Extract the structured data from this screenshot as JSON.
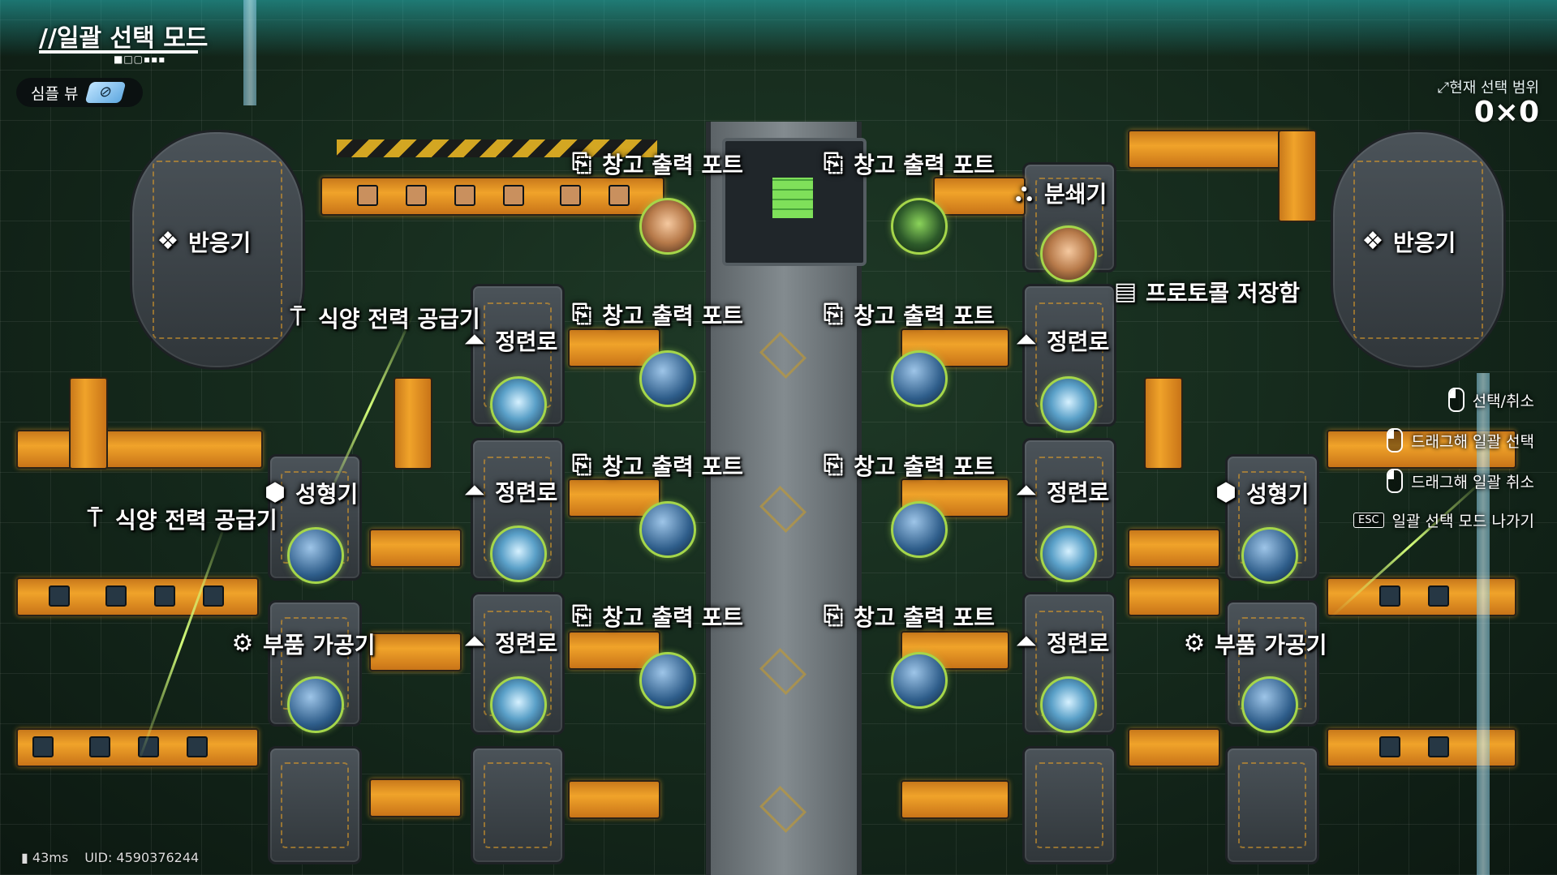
{
  "header": {
    "title": "//일괄 선택 모드",
    "simple_view_label": "심플 뷰",
    "range_label": "현재 선택 범위",
    "range_value": "0×0"
  },
  "hints": [
    {
      "text": "선택/취소"
    },
    {
      "text": "드래그해 일괄 선택"
    },
    {
      "text": "드래그해 일괄 취소"
    },
    {
      "key": "ESC",
      "text": "일괄 선택 모드 나가기"
    }
  ],
  "machines": {
    "reactor_left": "반응기",
    "reactor_right": "반응기",
    "crusher": "분쇄기",
    "protocol_storage": "프로토콜 저장함",
    "power_supply_1": "식양 전력 공급기",
    "power_supply_2": "식양 전력 공급기",
    "port_1": "창고 출력 포트",
    "port_2": "창고 출력 포트",
    "port_3": "창고 출력 포트",
    "port_4": "창고 출력 포트",
    "port_5": "창고 출력 포트",
    "port_6": "창고 출력 포트",
    "port_7": "창고 출력 포트",
    "port_8": "창고 출력 포트",
    "refinery_1": "정련로",
    "refinery_2": "정련로",
    "refinery_3": "정련로",
    "refinery_4": "정련로",
    "refinery_5": "정련로",
    "refinery_6": "정련로",
    "molder_left": "성형기",
    "molder_right": "성형기",
    "parts_left": "부품 가공기",
    "parts_right": "부품 가공기"
  },
  "status": {
    "ping": "43ms",
    "uid": "UID: 4590376244"
  }
}
